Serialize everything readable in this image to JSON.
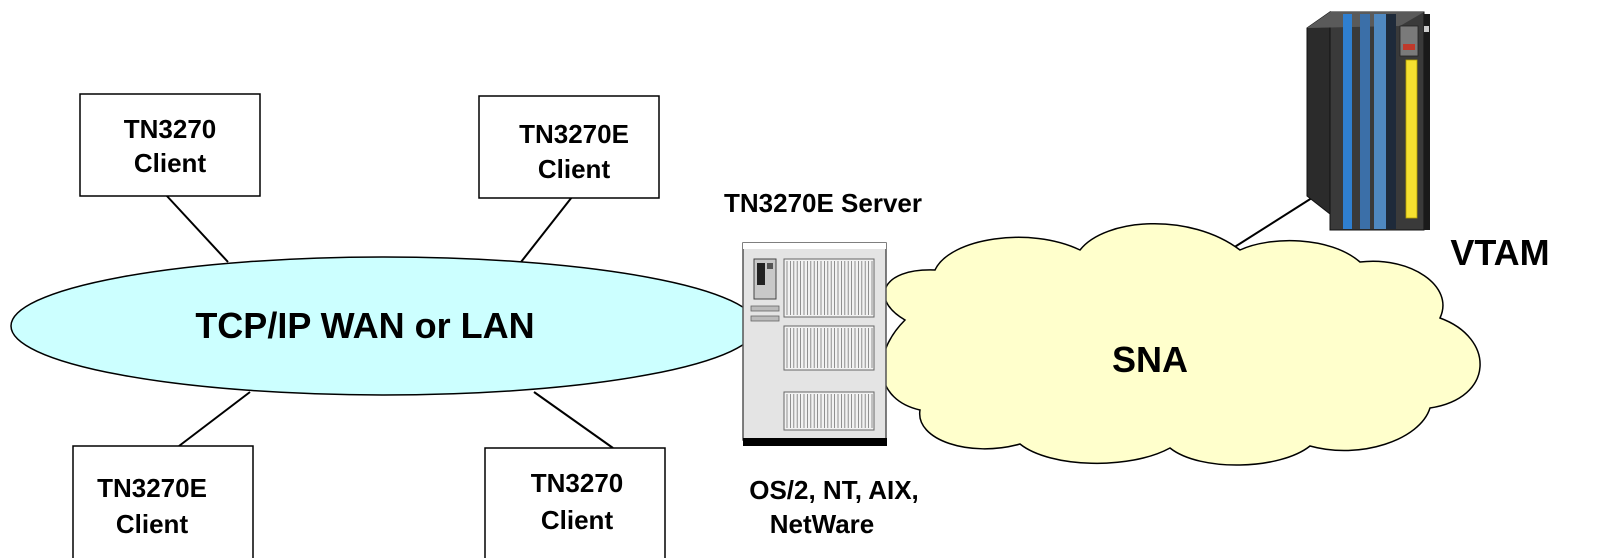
{
  "clients": [
    {
      "line1": "TN3270",
      "line2": "Client"
    },
    {
      "line1": "TN3270E",
      "line2": "Client"
    },
    {
      "line1": "TN3270E",
      "line2": "Client"
    },
    {
      "line1": "TN3270",
      "line2": "Client"
    }
  ],
  "network": {
    "label": "TCP/IP WAN or LAN",
    "fill": "#ccffff"
  },
  "server": {
    "title": "TN3270E Server",
    "os_line1": "OS/2, NT, AIX,",
    "os_line2": "NetWare"
  },
  "sna": {
    "label": "SNA",
    "fill": "#ffffcc"
  },
  "host": {
    "label": "VTAM",
    "accent_blue": "#2f7fd0",
    "accent_yellow": "#f5e030"
  }
}
